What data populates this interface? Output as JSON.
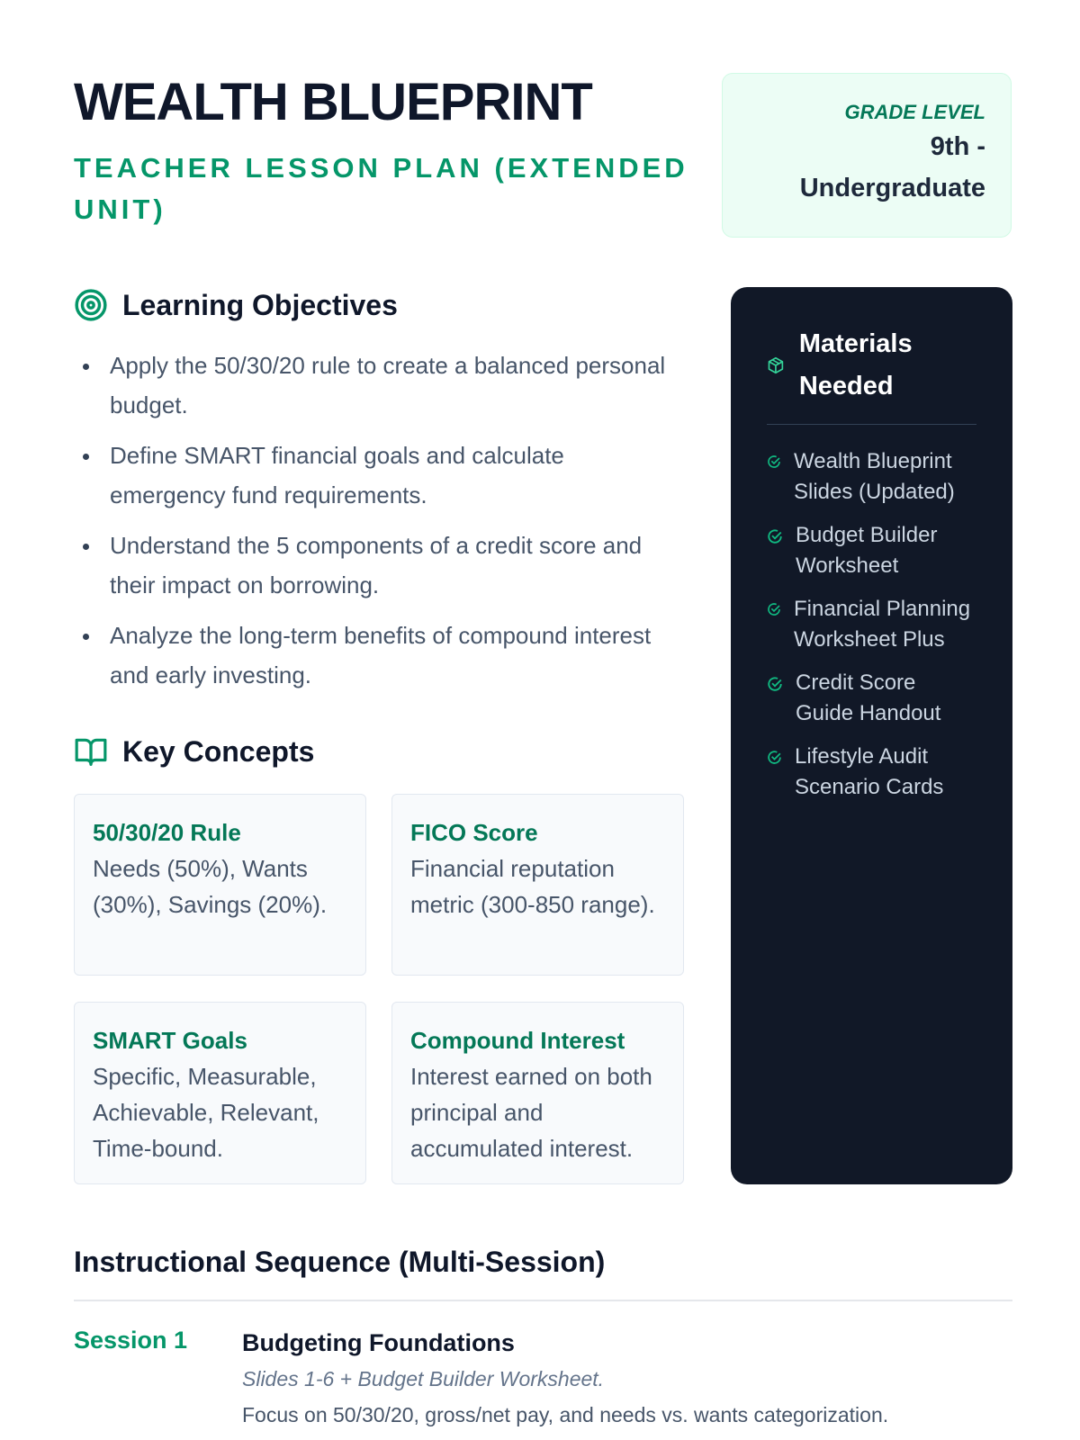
{
  "header": {
    "title": "WEALTH BLUEPRINT",
    "subtitle": "TEACHER LESSON PLAN (EXTENDED UNIT)"
  },
  "grade": {
    "label": "GRADE LEVEL",
    "value": "9th - Undergraduate"
  },
  "objectives": {
    "heading": "Learning Objectives",
    "items": [
      "Apply the 50/30/20 rule to create a balanced personal budget.",
      "Define SMART financial goals and calculate emergency fund requirements.",
      "Understand the 5 components of a credit score and their impact on borrowing.",
      "Analyze the long-term benefits of compound interest and early investing."
    ]
  },
  "concepts": {
    "heading": "Key Concepts",
    "cards": [
      {
        "title": "50/30/20 Rule",
        "desc": "Needs (50%), Wants (30%), Savings (20%)."
      },
      {
        "title": "FICO Score",
        "desc": "Financial reputation metric (300-850 range)."
      },
      {
        "title": "SMART Goals",
        "desc": "Specific, Measurable, Achievable, Relevant, Time-bound."
      },
      {
        "title": "Compound Interest",
        "desc": "Interest earned on both principal and accumulated interest."
      }
    ]
  },
  "materials": {
    "heading": "Materials Needed",
    "items": [
      "Wealth Blueprint Slides (Updated)",
      "Budget Builder Worksheet",
      "Financial Planning Worksheet Plus",
      "Credit Score Guide Handout",
      "Lifestyle Audit Scenario Cards"
    ]
  },
  "sequence": {
    "heading": "Instructional Sequence (Multi-Session)",
    "sessions": [
      {
        "label": "Session 1",
        "title": "Budgeting Foundations",
        "resources": "Slides 1-6 + Budget Builder Worksheet.",
        "focus": "Focus on 50/30/20, gross/net pay, and needs vs. wants categorization."
      }
    ]
  },
  "colors": {
    "accent": "#059669",
    "dark": "#111827"
  }
}
